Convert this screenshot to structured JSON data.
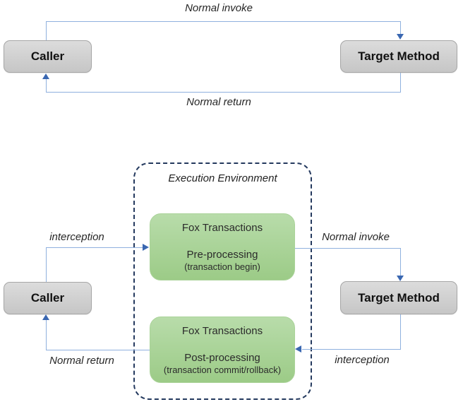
{
  "colors": {
    "line": "#8fb0de",
    "arrow": "#3a67b1",
    "gray_box_top": "#dcdcdc",
    "gray_box_bottom": "#c6c6c6",
    "gray_box_border": "#a6a6a6",
    "green_box_top": "#b8dcaa",
    "green_box_bottom": "#9ccb87",
    "green_box_border": "#aad399",
    "dashed_border": "#24395e",
    "box_text": "#111111",
    "label_text": "#262626"
  },
  "top_diagram": {
    "caller": "Caller",
    "target": "Target Method",
    "invoke_label": "Normal invoke",
    "return_label": "Normal return"
  },
  "bottom_diagram": {
    "caller": "Caller",
    "target": "Target Method",
    "container_title": "Execution Environment",
    "pre_box": {
      "line1": "Fox Transactions",
      "line2": "Pre-processing",
      "line3": "(transaction begin)"
    },
    "post_box": {
      "line1": "Fox Transactions",
      "line2": "Post-processing",
      "line3": "(transaction commit/rollback)"
    },
    "labels": {
      "interception_left": "interception",
      "normal_invoke": "Normal invoke",
      "interception_right": "interception",
      "normal_return": "Normal return"
    }
  }
}
